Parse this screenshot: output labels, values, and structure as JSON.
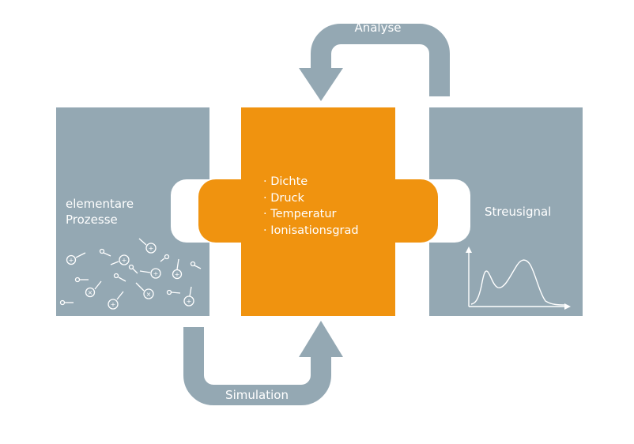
{
  "colors": {
    "panel": "#94a8b3",
    "arrow": "#94a8b3",
    "center": "#f0930f",
    "text": "#ffffff",
    "background": "#ffffff"
  },
  "arrows": {
    "top_label": "Analyse",
    "bottom_label": "Simulation"
  },
  "left_panel": {
    "label_line1": "elementare",
    "label_line2": "Prozesse"
  },
  "center_panel": {
    "items": [
      "Dichte",
      "Druck",
      "Temperatur",
      "Ionisationsgrad"
    ]
  },
  "right_panel": {
    "label": "Streusignal"
  }
}
